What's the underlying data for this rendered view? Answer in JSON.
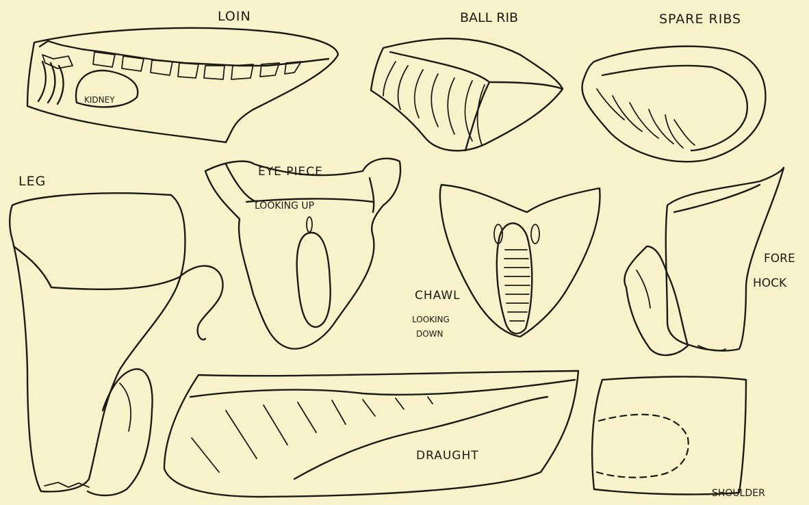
{
  "labels": {
    "loin": "LOIN",
    "kidney": "KIDNEY",
    "ball_rib": "BALL RIB",
    "spare_ribs": "SPARE RIBS",
    "leg": "LEG",
    "eye_piece": "EYE PIECE",
    "looking_up": "LOOKING UP",
    "chawl": "CHAWL",
    "looking": "LOOKING",
    "down": "DOWN",
    "fore": "FORE",
    "hock": "HOCK",
    "draught": "DRAUGHT",
    "shoulder": "SHOULDER"
  },
  "colors": {
    "paper": "#f7f2c9",
    "ink": "#1b1a14"
  }
}
